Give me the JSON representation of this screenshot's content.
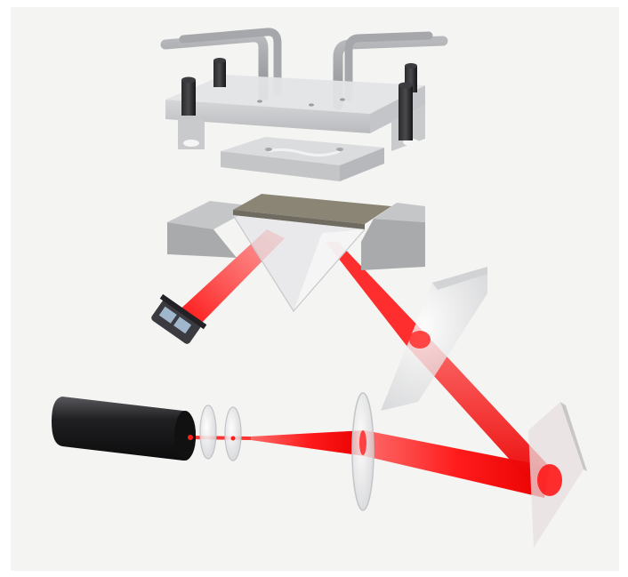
{
  "figure": {
    "background_color": "#f4f4f2",
    "frame_color": "#ffffff",
    "laser_color": "#ff1a1a",
    "components": [
      {
        "name": "fluidic-clamp-plate",
        "color": "#cfd0d2"
      },
      {
        "name": "microfluidic-chip",
        "color": "#c7c8ca"
      },
      {
        "name": "prism-holder",
        "color": "#a9aaac"
      },
      {
        "name": "sensor-slide",
        "color": "#8a8575"
      },
      {
        "name": "coupling-prism",
        "color": "#dcdcdf"
      },
      {
        "name": "camera-detector",
        "color": "#3a3a40"
      },
      {
        "name": "laser-source",
        "color": "#1c1c1e"
      },
      {
        "name": "polarizer-lens",
        "color": "#e2e2e4"
      },
      {
        "name": "collimating-lens",
        "color": "#e6e6e8"
      },
      {
        "name": "fold-mirror",
        "color": "#e8dfe0"
      },
      {
        "name": "focusing-lens",
        "color": "#dcdcdf"
      }
    ]
  }
}
